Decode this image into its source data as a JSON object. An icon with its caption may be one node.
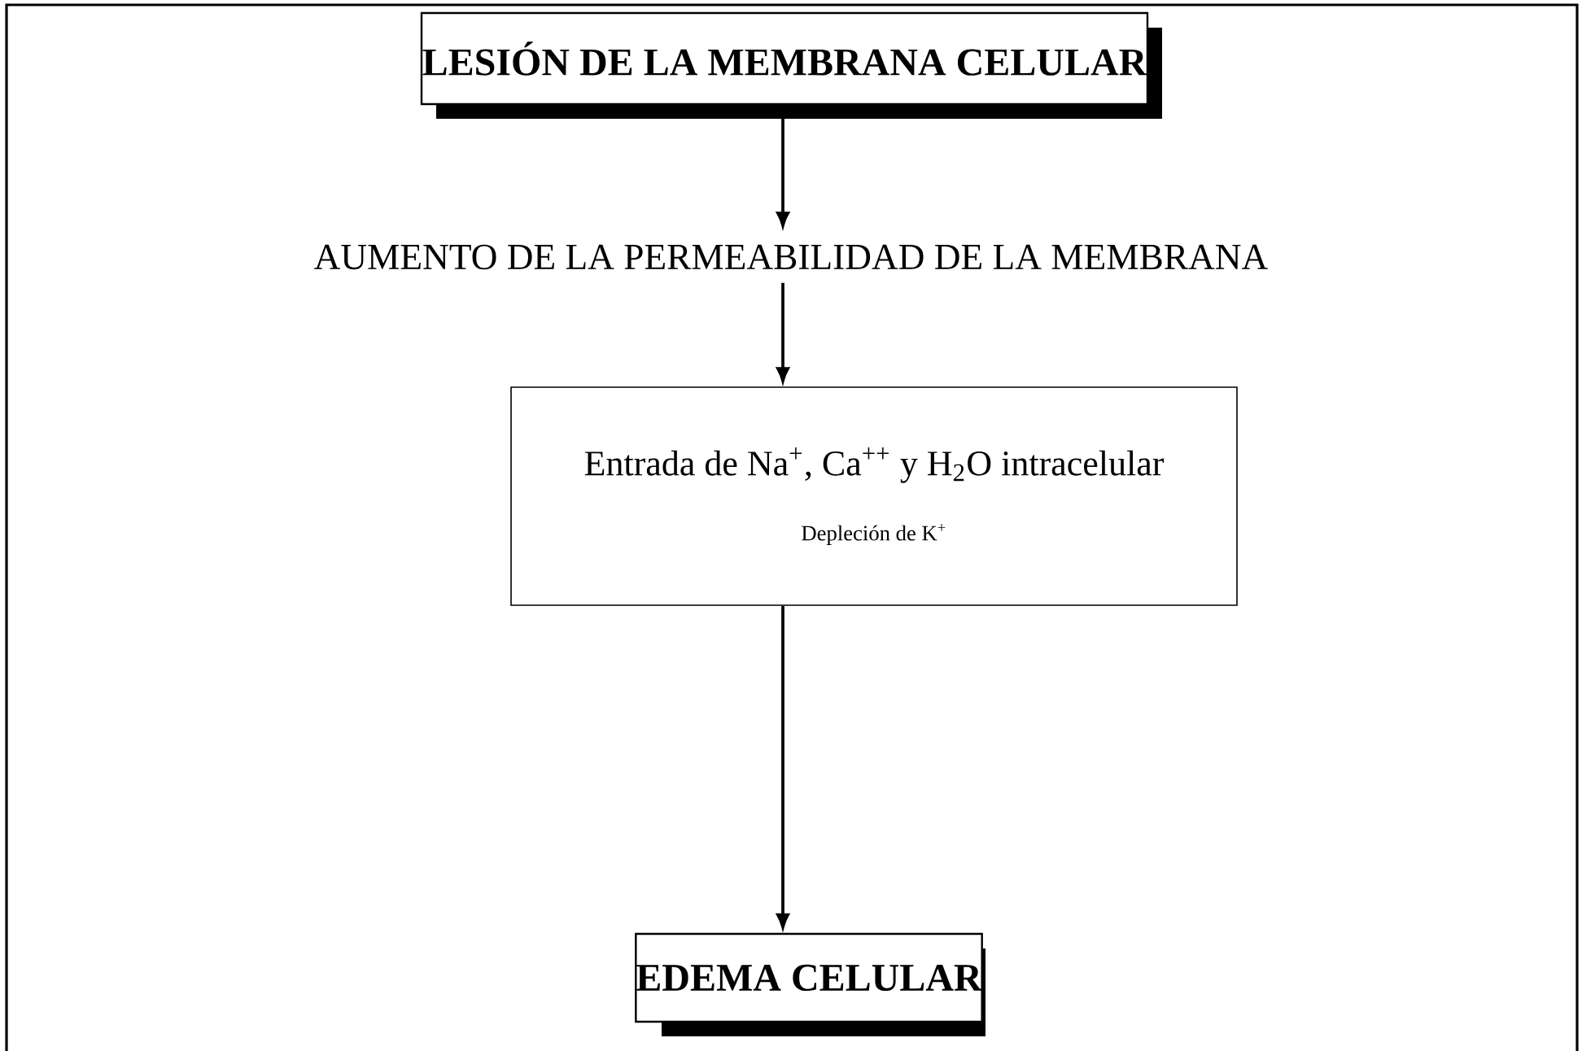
{
  "diagram": {
    "nodes": [
      {
        "text": [
          "LESIÓN DE LA MEMBRANA CELULAR"
        ]
      },
      {
        "text": [
          "AUMENTO DE LA PERMEABILIDAD DE LA MEMBRANA"
        ]
      },
      {
        "text": [
          "Entrada de Na$^{+}$, Ca$^{++}$ y H$_{2}$O intracelular",
          "Depleción de K$^{+}$"
        ]
      },
      {
        "text": [
          "EDEMA CELULAR"
        ]
      }
    ],
    "edges": [
      {
        "from": 0,
        "to": 1,
        "arrow": "to"
      },
      {
        "from": 1,
        "to": 2,
        "arrow": "to"
      },
      {
        "from": 2,
        "to": 3,
        "arrow": "to"
      }
    ]
  }
}
